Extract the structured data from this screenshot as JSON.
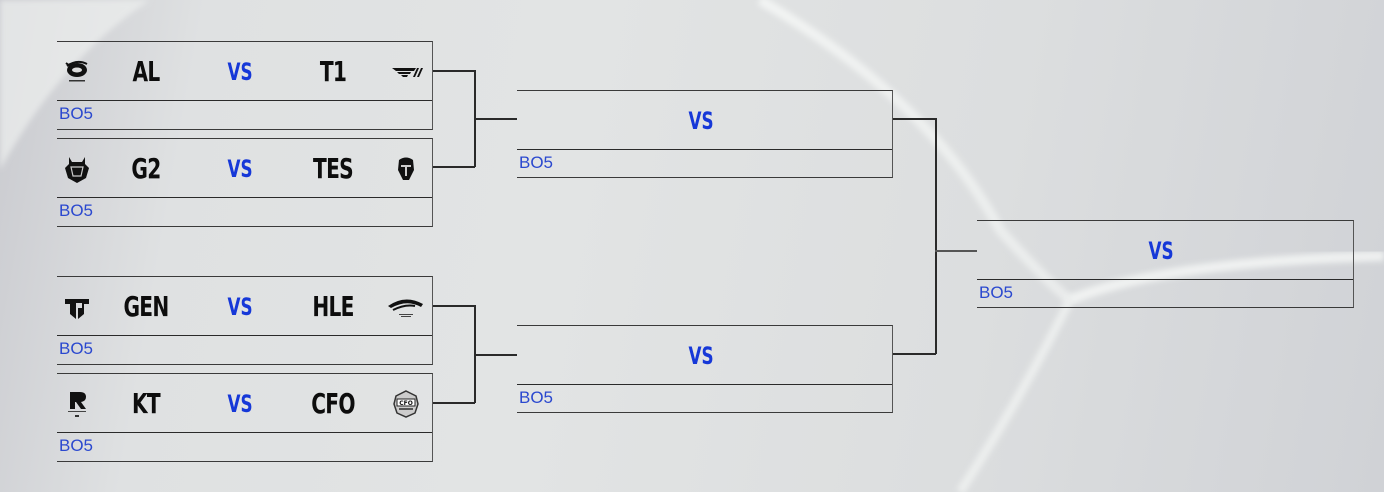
{
  "bracket": {
    "quarterfinals": [
      {
        "team_a": "AL",
        "team_a_logo": "anyones-legend-logo-icon",
        "vs": "VS",
        "team_b": "T1",
        "team_b_logo": "t1-logo-icon",
        "format": "BO5"
      },
      {
        "team_a": "G2",
        "team_a_logo": "g2-logo-icon",
        "vs": "VS",
        "team_b": "TES",
        "team_b_logo": "tes-logo-icon",
        "format": "BO5"
      },
      {
        "team_a": "GEN",
        "team_a_logo": "gen-g-logo-icon",
        "vs": "VS",
        "team_b": "HLE",
        "team_b_logo": "hle-logo-icon",
        "format": "BO5"
      },
      {
        "team_a": "KT",
        "team_a_logo": "kt-rolster-logo-icon",
        "vs": "VS",
        "team_b": "CFO",
        "team_b_logo": "cfo-logo-icon",
        "format": "BO5"
      }
    ],
    "semifinals": [
      {
        "vs": "VS",
        "format": "BO5"
      },
      {
        "vs": "VS",
        "format": "BO5"
      }
    ],
    "final": {
      "vs": "VS",
      "format": "BO5"
    }
  },
  "colors": {
    "vs": "#1638d8",
    "format": "#2a48cf",
    "team": "#0d0d0d",
    "lines": "#2a2a2a"
  }
}
